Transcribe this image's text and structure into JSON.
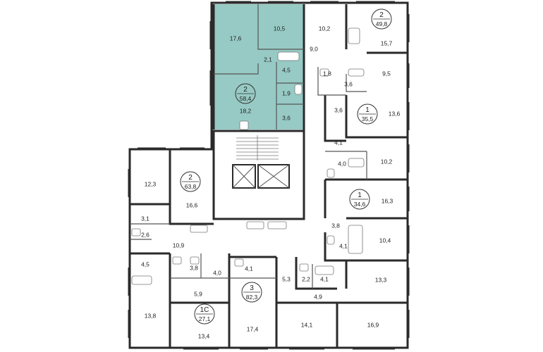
{
  "selected_apartment": {
    "rooms": "2",
    "area": "58,4",
    "highlight_color": "#97cac4"
  },
  "colors": {
    "wall": "#2a2a2a",
    "text": "#222222",
    "badge_stroke": "#333333"
  },
  "room_areas": [
    "17,6",
    "10,5",
    "2,1",
    "4,5",
    "1,9",
    "18,2",
    "3,6",
    "10,2",
    "9,0",
    "15,7",
    "1,8",
    "3,6",
    "9,5",
    "3,6",
    "13,6",
    "4,1",
    "4,0",
    "10,2",
    "16,3",
    "3,8",
    "4,1",
    "10,4",
    "13,3",
    "12,3",
    "16,6",
    "3,1",
    "2,6",
    "10,9",
    "4,5",
    "3,8",
    "4,0",
    "4,1",
    "5,3",
    "2,2",
    "4,1",
    "4,9",
    "5,9",
    "13,8",
    "13,4",
    "17,4",
    "14,1",
    "16,9"
  ],
  "apartments": [
    {
      "rooms": "2",
      "area": "58,4"
    },
    {
      "rooms": "2",
      "area": "49,8"
    },
    {
      "rooms": "1",
      "area": "35,5"
    },
    {
      "rooms": "1",
      "area": "34,6"
    },
    {
      "rooms": "2",
      "area": "63,8"
    },
    {
      "rooms": "3",
      "area": "82,3"
    },
    {
      "rooms": "1С",
      "area": "27,1"
    }
  ]
}
